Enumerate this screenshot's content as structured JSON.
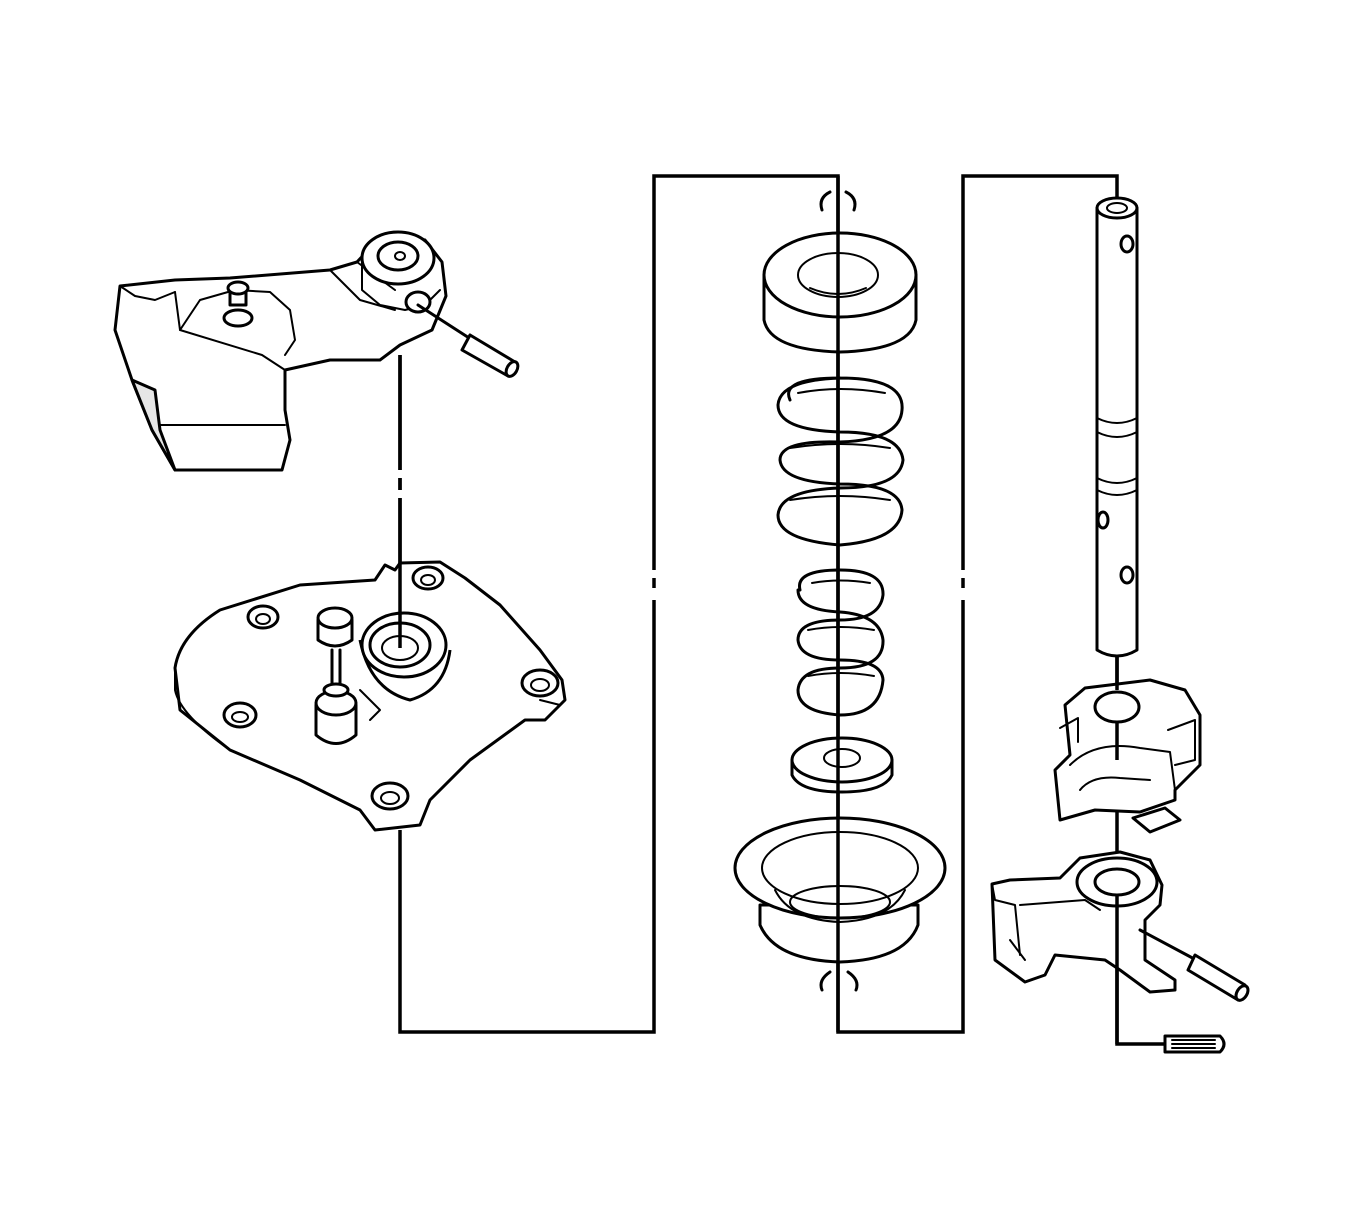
{
  "diagram": {
    "type": "exploded-assembly",
    "colors": {
      "line": "#000000",
      "background": "#ffffff",
      "shade": "#e6e6e6"
    },
    "parts": [
      {
        "id": "shift-lever-arm",
        "icon": "lever-arm-icon"
      },
      {
        "id": "lever-roll-pin",
        "icon": "roll-pin-icon"
      },
      {
        "id": "cover-plate",
        "icon": "cover-plate-icon"
      },
      {
        "id": "detent-plunger",
        "icon": "plunger-icon"
      },
      {
        "id": "upper-snap-ring",
        "icon": "snap-ring-icon"
      },
      {
        "id": "spring-seat-upper",
        "icon": "spring-seat-icon"
      },
      {
        "id": "outer-spring",
        "icon": "coil-spring-icon"
      },
      {
        "id": "inner-spring",
        "icon": "coil-spring-icon"
      },
      {
        "id": "washer",
        "icon": "washer-icon"
      },
      {
        "id": "spring-cup",
        "icon": "spring-cup-icon"
      },
      {
        "id": "lower-snap-ring",
        "icon": "snap-ring-icon"
      },
      {
        "id": "shift-shaft",
        "icon": "shaft-icon"
      },
      {
        "id": "shift-interlock",
        "icon": "interlock-icon"
      },
      {
        "id": "shift-finger",
        "icon": "shift-finger-icon"
      },
      {
        "id": "finger-roll-pin",
        "icon": "roll-pin-icon"
      },
      {
        "id": "shaft-end-pin",
        "icon": "pin-icon"
      }
    ]
  }
}
